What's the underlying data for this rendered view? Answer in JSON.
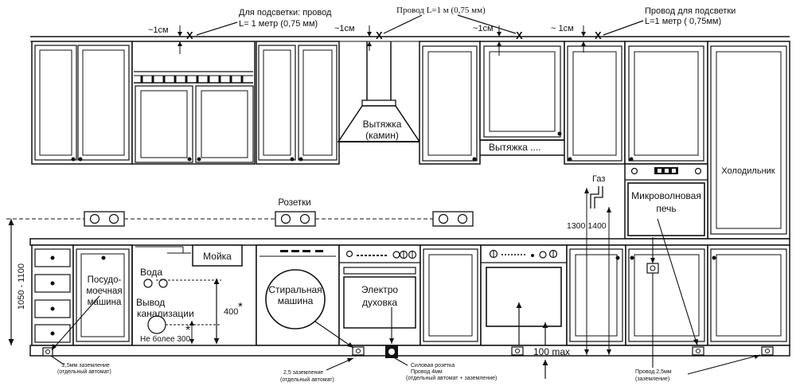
{
  "labels": {
    "backlight_wire_left": [
      "Для подсветки: провод",
      "L= 1 метр (0,75 мм)"
    ],
    "wire_center": "Провод L=1 м (0,75 мм)",
    "backlight_wire_right": [
      "Провод для подсветки",
      "L=1 метр ( 0,75мм)"
    ],
    "gap_1cm": "~1см",
    "gap_1cm_spaced": "~ 1см",
    "hood_camin": [
      "Вытяжка",
      "(камин)"
    ],
    "hood_flat": "Вытяжка ....",
    "fridge": "Холодильник",
    "gas": "Газ",
    "sockets": "Розетки",
    "microwave": [
      "Микроволновая",
      "печь"
    ],
    "height_1300_1400": "1300 1400",
    "height_1050_1100": "1050 - 1100",
    "dishwasher": [
      "Посудо-",
      "моечная",
      "машина"
    ],
    "sink": "Мойка",
    "water": "Вода",
    "drain": [
      "Вывод",
      "канализации"
    ],
    "drain_max": "Не более 300",
    "dim_400": "400",
    "washing_machine": [
      "Стиральная",
      "машина"
    ],
    "oven": [
      "Электро",
      "духовка"
    ],
    "dim_100max": "100 max",
    "ground_dishwasher": [
      "2,5мм заземление",
      "(отдельный автомат)"
    ],
    "ground_washer": [
      "2,5 заземление",
      "(отдельный автомат)"
    ],
    "power_oven": [
      "Силовая розетка",
      "Провод 4мм",
      "(отдельный автомат + заземление)"
    ],
    "ground_microwave": [
      "Провод 2,5мм",
      "(заземление)"
    ],
    "x_mark": "X",
    "asterisk": "*"
  }
}
